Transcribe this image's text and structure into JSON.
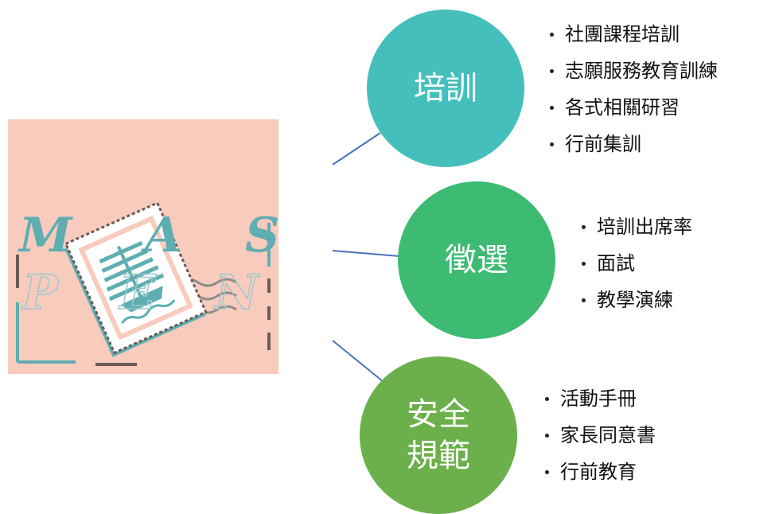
{
  "logo": {
    "letters_top": [
      "M",
      "A",
      "S"
    ],
    "letters_bottom": [
      "P",
      "E",
      "N"
    ],
    "background_color": "#f8cbbd",
    "teal_color": "#5faeb1"
  },
  "colors": {
    "training": "#45bfbb",
    "selection": "#3dbb72",
    "safety": "#6bb04b",
    "connector": "#4a72b8"
  },
  "branches": [
    {
      "title": "培訓",
      "items": [
        "社團課程培訓",
        "志願服務教育訓練",
        "各式相關研習",
        "行前集訓"
      ]
    },
    {
      "title": "徵選",
      "items": [
        "培訓出席率",
        "面試",
        "教學演練"
      ]
    },
    {
      "title": "安全\n規範",
      "items": [
        "活動手冊",
        "家長同意書",
        "行前教育"
      ]
    }
  ]
}
